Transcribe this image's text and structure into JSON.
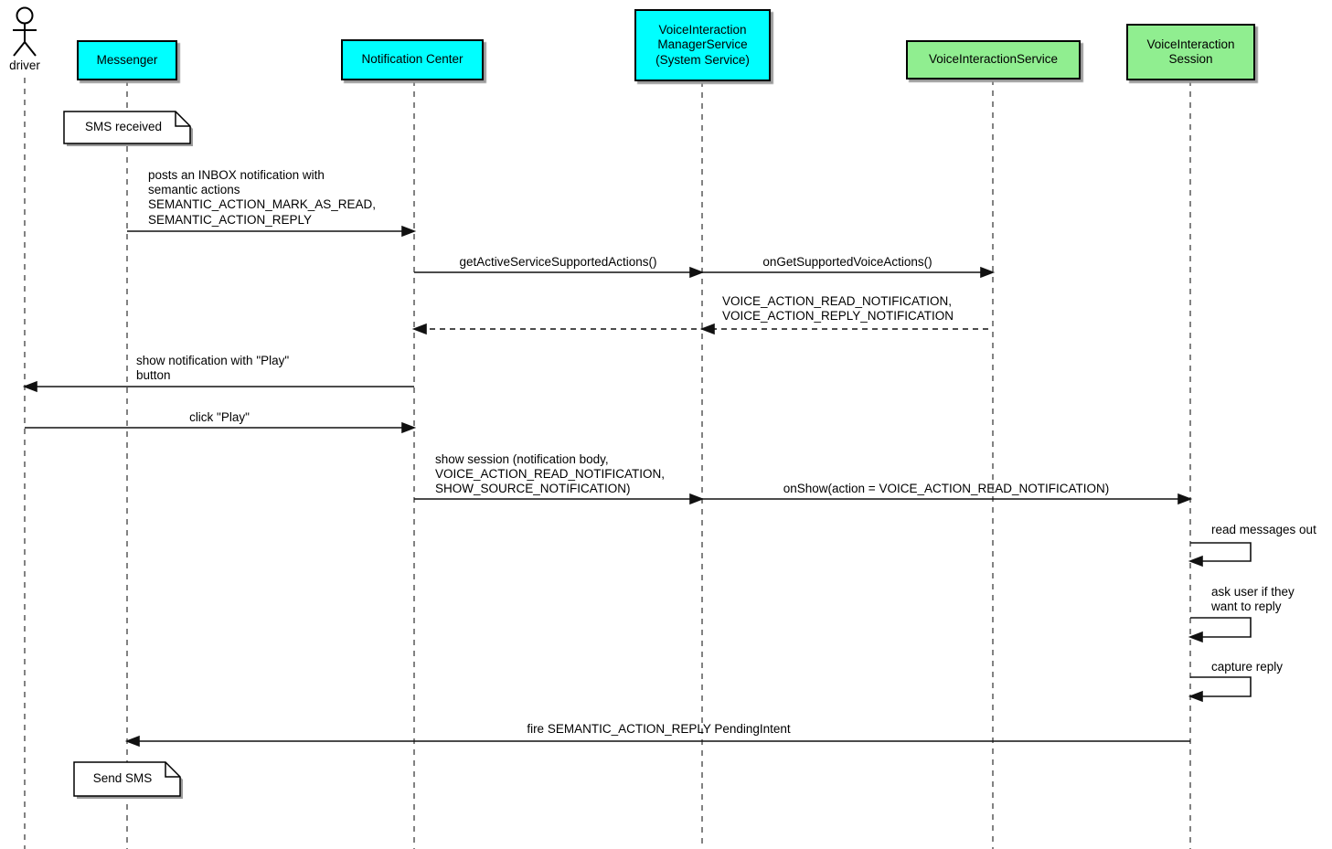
{
  "diagram_type": "uml-sequence",
  "colors": {
    "participant_cyan": "#00FFFF",
    "participant_green": "#90EE90",
    "line": "#111111",
    "lifeline": "#4d4d4d",
    "note_fill": "#FFFFFF",
    "shadow": "#9b9b9b",
    "background": "#FFFFFF"
  },
  "actor": {
    "label": "driver"
  },
  "participants": [
    {
      "label": "Messenger",
      "color": "#00FFFF"
    },
    {
      "label": "Notification Center",
      "color": "#00FFFF"
    },
    {
      "label": "VoiceInteraction\nManagerService\n(System Service)",
      "color": "#00FFFF"
    },
    {
      "label": "VoiceInteractionService",
      "color": "#90EE90"
    },
    {
      "label": "VoiceInteraction\nSession",
      "color": "#90EE90"
    }
  ],
  "notes": [
    {
      "text": "SMS received",
      "attached_to": "Messenger"
    },
    {
      "text": "Send SMS",
      "attached_to": "Messenger"
    }
  ],
  "messages": [
    {
      "from": "Messenger",
      "to": "Notification Center",
      "style": "solid",
      "label": "posts an INBOX notification with\nsemantic actions\nSEMANTIC_ACTION_MARK_AS_READ,\nSEMANTIC_ACTION_REPLY"
    },
    {
      "from": "Notification Center",
      "to": "VoiceInteractionManagerService",
      "style": "solid",
      "label": "getActiveServiceSupportedActions()"
    },
    {
      "from": "VoiceInteractionManagerService",
      "to": "VoiceInteractionService",
      "style": "solid",
      "label": "onGetSupportedVoiceActions()"
    },
    {
      "from": "VoiceInteractionService",
      "to": "Notification Center",
      "style": "dashed-return",
      "label": "VOICE_ACTION_READ_NOTIFICATION,\nVOICE_ACTION_REPLY_NOTIFICATION"
    },
    {
      "from": "Notification Center",
      "to": "driver",
      "style": "solid",
      "label": "show notification with \"Play\"\nbutton"
    },
    {
      "from": "driver",
      "to": "Notification Center",
      "style": "solid",
      "label": "click \"Play\""
    },
    {
      "from": "Notification Center",
      "to": "VoiceInteractionManagerService",
      "style": "solid",
      "label": "show session (notification body,\nVOICE_ACTION_READ_NOTIFICATION,\nSHOW_SOURCE_NOTIFICATION)"
    },
    {
      "from": "VoiceInteractionManagerService",
      "to": "VoiceInteractionSession",
      "style": "solid",
      "label": "onShow(action = VOICE_ACTION_READ_NOTIFICATION)"
    },
    {
      "from": "VoiceInteractionSession",
      "to": "VoiceInteractionSession",
      "style": "self",
      "label": "read messages out"
    },
    {
      "from": "VoiceInteractionSession",
      "to": "VoiceInteractionSession",
      "style": "self",
      "label": "ask user if they\nwant to reply"
    },
    {
      "from": "VoiceInteractionSession",
      "to": "VoiceInteractionSession",
      "style": "self",
      "label": "capture reply"
    },
    {
      "from": "VoiceInteractionSession",
      "to": "Messenger",
      "style": "solid",
      "label": "fire SEMANTIC_ACTION_REPLY PendingIntent"
    }
  ]
}
